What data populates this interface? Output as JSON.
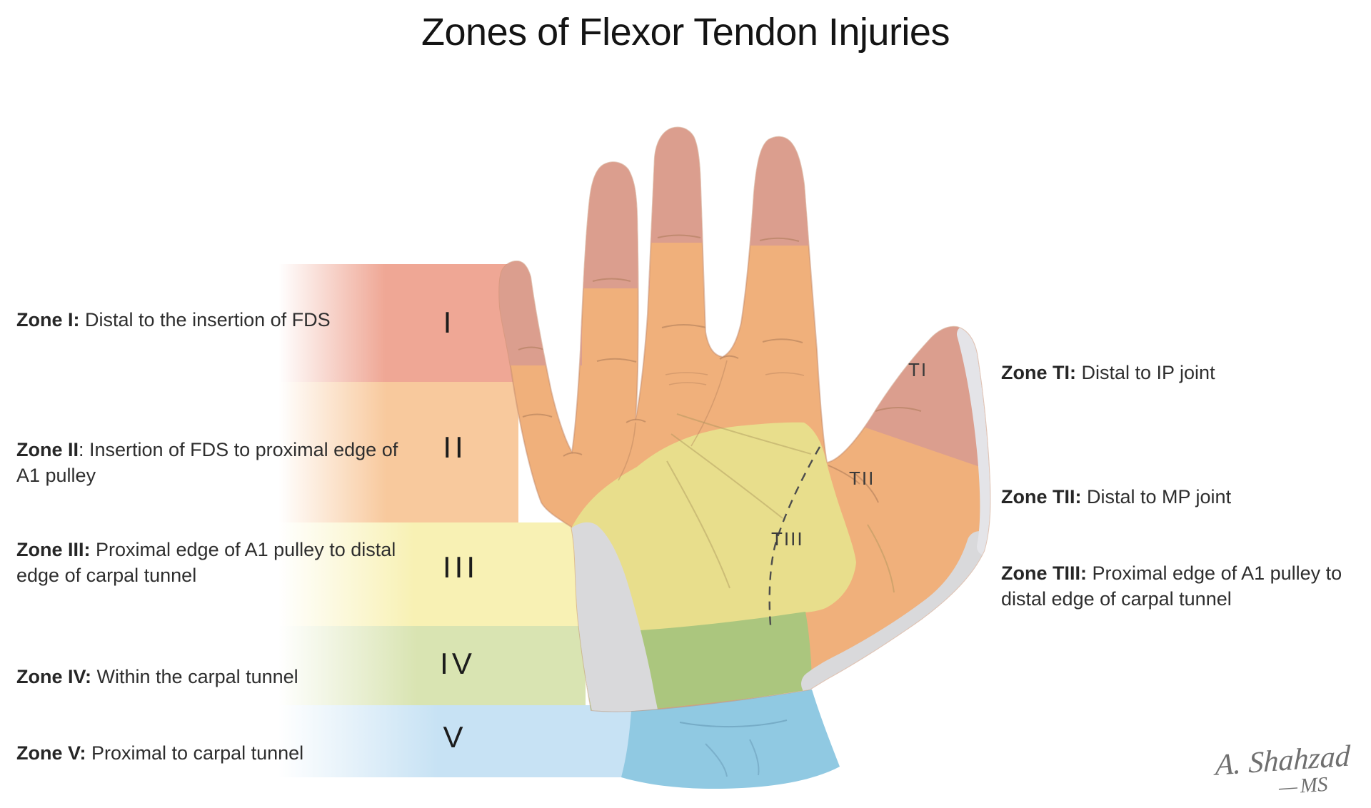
{
  "title": "Zones of Flexor Tendon Injuries",
  "zones": [
    {
      "numeral": "I",
      "name_bold": "Zone I:",
      "desc": " Distal to the insertion of FDS",
      "band_color": "#efa795",
      "zone_color": "#db9e8e"
    },
    {
      "numeral": "II",
      "name_bold": "Zone II",
      "desc": ": Insertion of FDS to proximal edge of A1 pulley",
      "band_color": "#f8c99d",
      "zone_color": "#f0b07b"
    },
    {
      "numeral": "III",
      "name_bold": "Zone III:",
      "desc": " Proximal edge of A1 pulley to distal edge of carpal tunnel",
      "band_color": "#f8f1b4",
      "zone_color": "#e8de8c"
    },
    {
      "numeral": "IV",
      "name_bold": "Zone IV:",
      "desc": " Within the carpal tunnel",
      "band_color": "#d9e4b2",
      "zone_color": "#abc67e"
    },
    {
      "numeral": "V",
      "name_bold": "Zone V:",
      "desc": " Proximal to carpal tunnel",
      "band_color": "#c7e2f4",
      "zone_color": "#90c9e2"
    }
  ],
  "thumb_zones": [
    {
      "mark": "TI",
      "name_bold": "Zone TI:",
      "desc": " Distal to IP joint"
    },
    {
      "mark": "TII",
      "name_bold": "Zone TII:",
      "desc": " Distal to MP joint"
    },
    {
      "mark": "TIII",
      "name_bold": "Zone TIII:",
      "desc": " Proximal edge of A1 pulley to distal edge of carpal tunnel"
    }
  ],
  "signature": {
    "name": "A. Shahzad",
    "credentials": "MS"
  }
}
